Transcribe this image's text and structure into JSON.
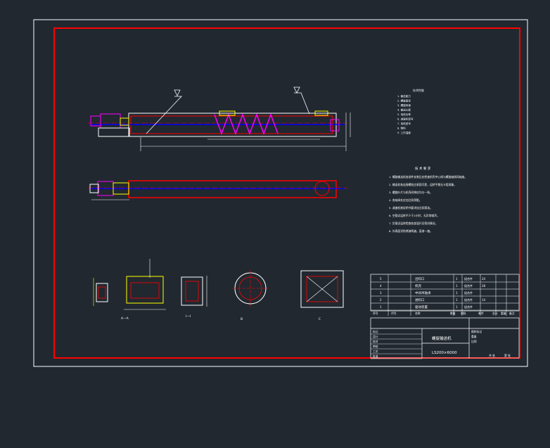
{
  "colors": {
    "background": "#212830",
    "sheet_frame": "#ffffff",
    "border": "#ff0000",
    "outline": "#ffffff",
    "screw": "#ff00ff",
    "shaft": "#0000ff",
    "dimension": "#ffff00",
    "centerline": "#ff0000",
    "motor": "#ff00ff"
  },
  "title_block": {
    "drawing_name": "螺旋输送机",
    "drawing_code": "LS200×6000",
    "header_labels": [
      "序号",
      "代号",
      "名称",
      "数量",
      "材料",
      "单件",
      "总计",
      "重量",
      "备注"
    ],
    "sign_rows": [
      "标记",
      "设计",
      "校对",
      "审核",
      "工艺",
      "批准"
    ],
    "right_labels": [
      "图样标记",
      "重量",
      "比例"
    ],
    "bottom_labels": [
      "共 张",
      "第 张"
    ]
  },
  "parts_list": [
    {
      "no": "5",
      "code": "",
      "name": "出料口",
      "qty": "1",
      "material": "组合件",
      "weight": "24"
    },
    {
      "no": "4",
      "code": "",
      "name": "机壳",
      "qty": "1",
      "material": "组合件",
      "weight": "28"
    },
    {
      "no": "3",
      "code": "",
      "name": "中间吊轴承",
      "qty": "1",
      "material": "组合件",
      "weight": ""
    },
    {
      "no": "2",
      "code": "",
      "name": "进料口",
      "qty": "1",
      "material": "组合件",
      "weight": "14"
    },
    {
      "no": "1",
      "code": "",
      "name": "驱动装置",
      "qty": "1",
      "material": "组合件",
      "weight": ""
    }
  ],
  "notes": {
    "title": "技 术 要 求",
    "items": [
      "1. 螺旋输送机各部件安装后应检查机壳中心线与螺旋轴线同轴度。",
      "2. 输送机各连接螺栓应紧固可靠，运转平稳无卡阻现象。",
      "3. 螺旋叶片与机壳间隙应均匀一致。",
      "4. 各轴承处应加注润滑脂。",
      "5. 减速机按说明书要求加注润滑油。",
      "6. 空载试运转不少于2小时，无异常噪声。",
      "7. 负载试运转检查各部温升及密封情况。",
      "8. 外表面涂防锈漆两遍，面漆一遍。"
    ]
  },
  "spec": {
    "title": "技术性能",
    "rows": [
      "1. 输送能力",
      "2. 螺旋直径",
      "3. 螺旋转速",
      "4. 输送长度",
      "5. 电机功率",
      "6. 减速机型号",
      "7. 电机型号",
      "8. 物料",
      "9. 工作温度"
    ]
  },
  "view_labels": [
    "A—A",
    "I—I",
    "B",
    "C"
  ]
}
